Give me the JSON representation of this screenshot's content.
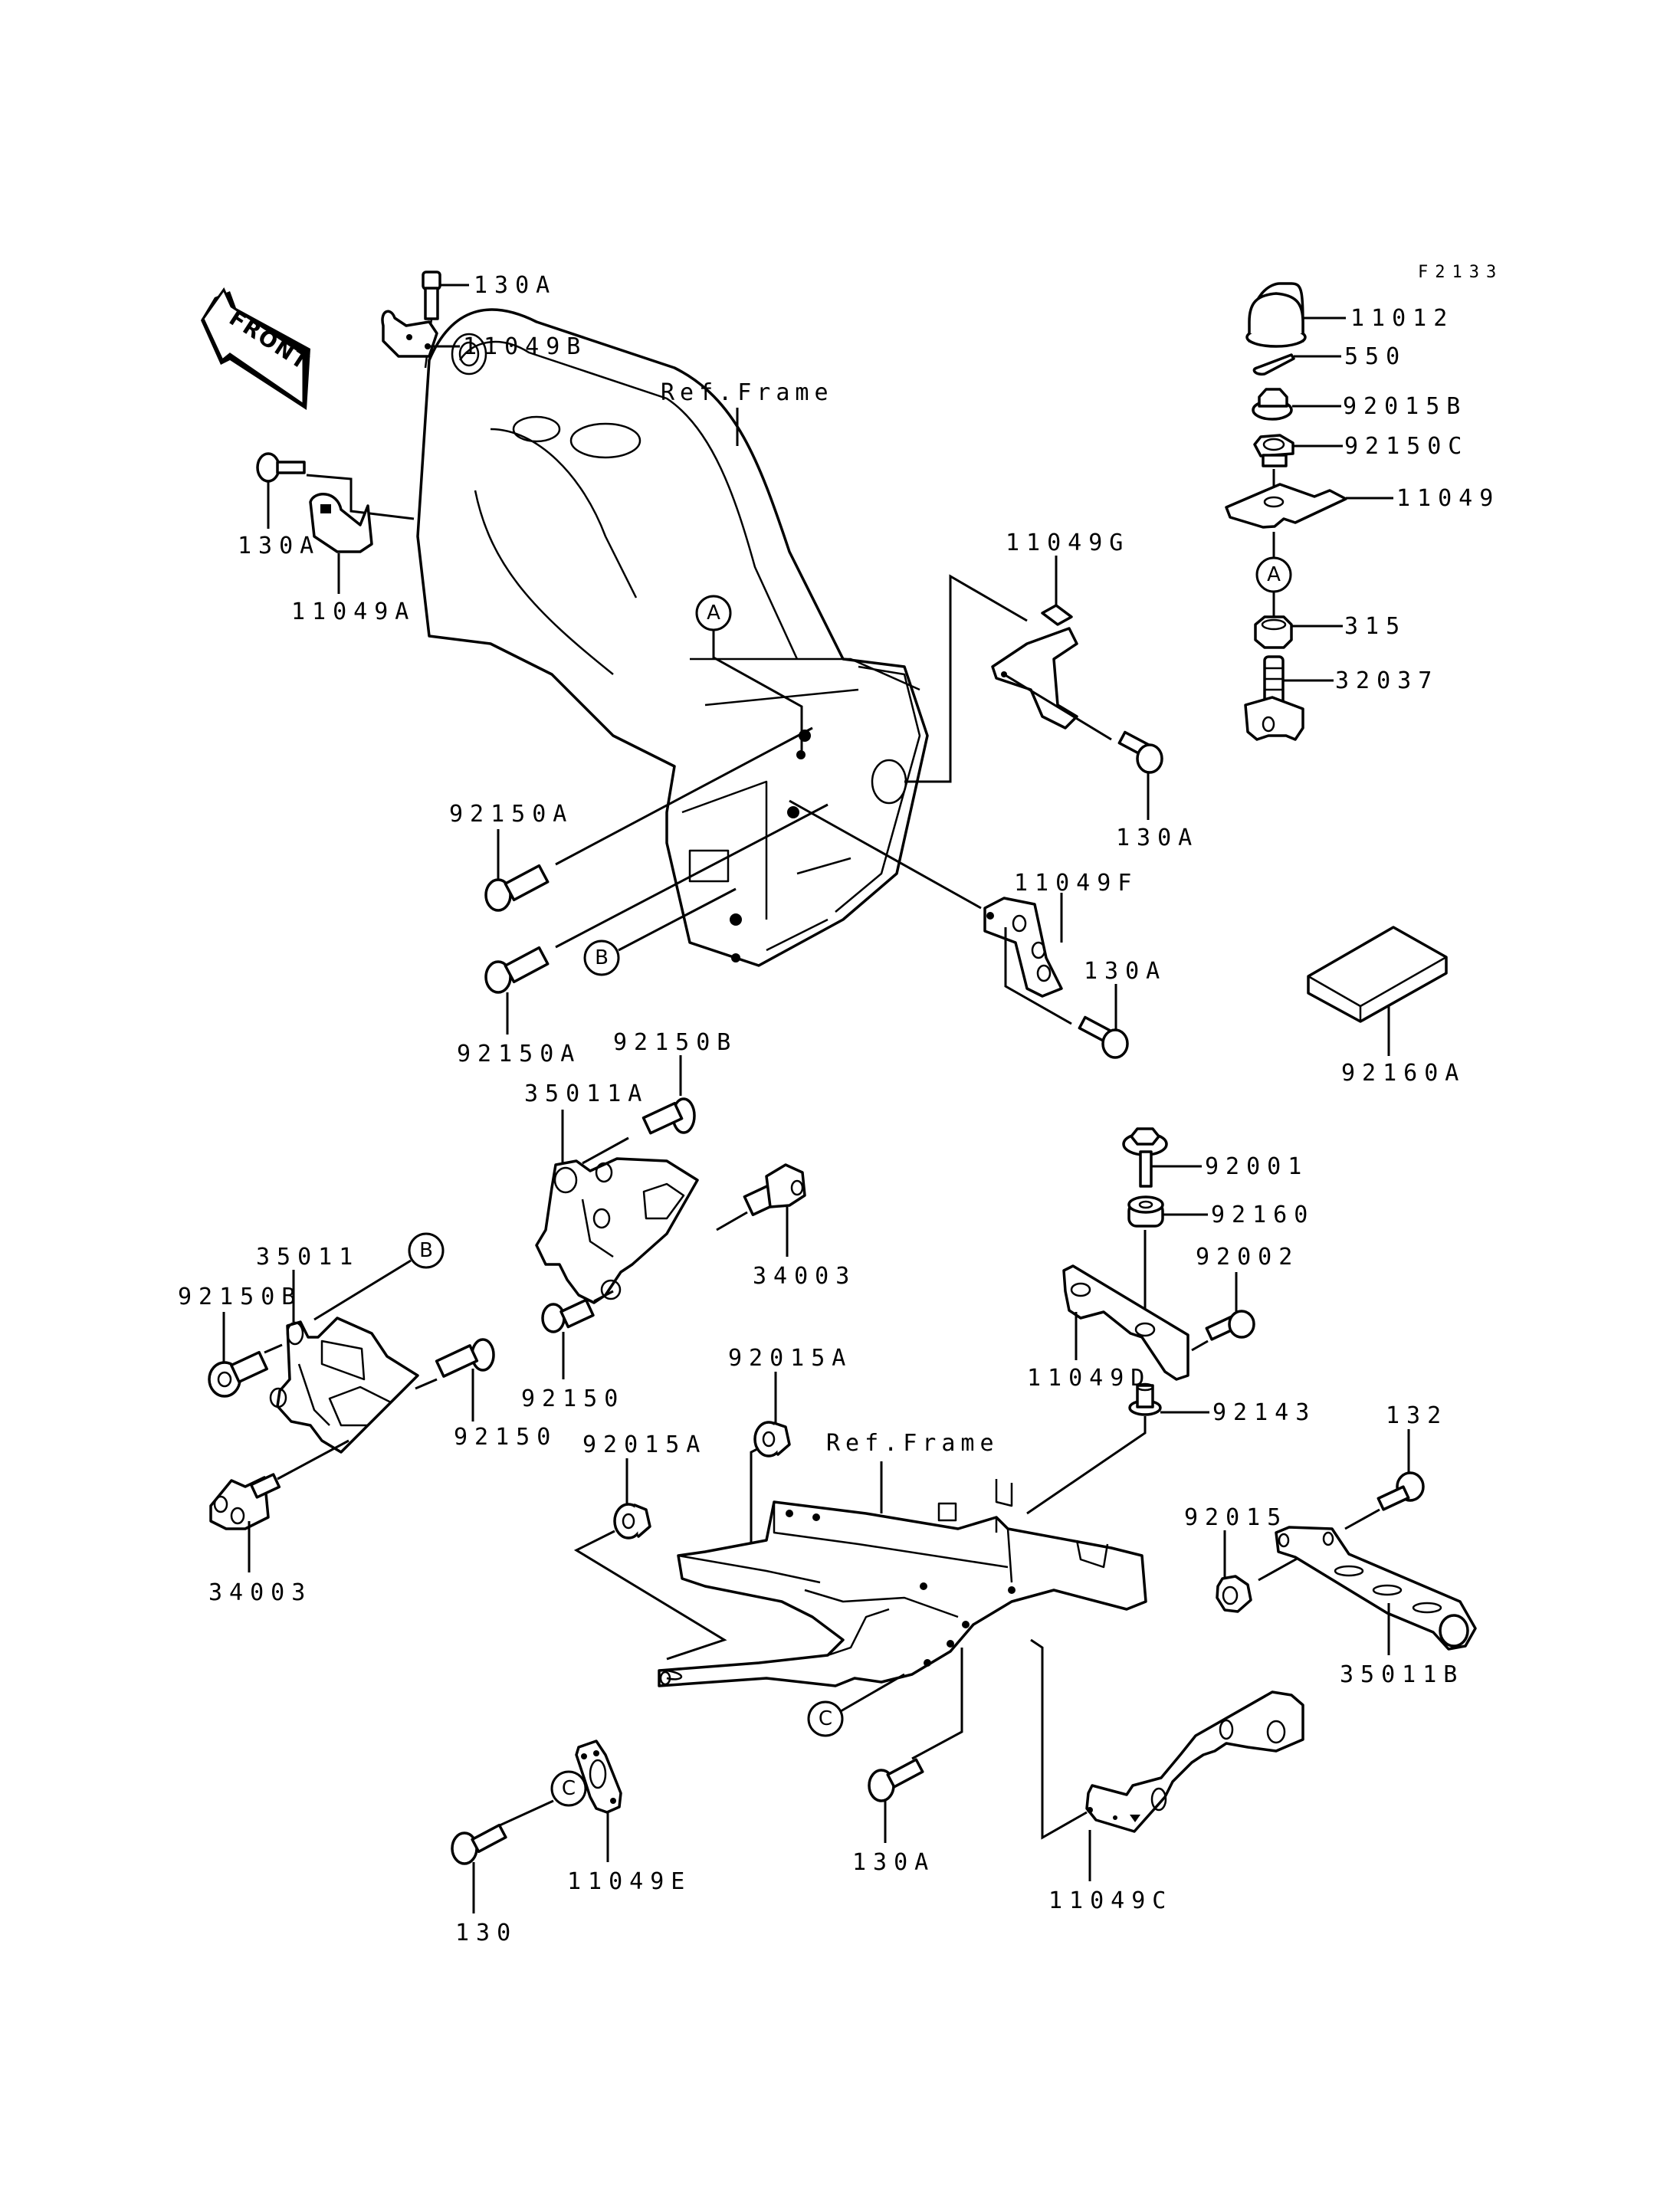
{
  "diagram": {
    "code": "F2133",
    "direction_label": "FRONT",
    "reference_labels": [
      "Ref.Frame",
      "Ref.Frame"
    ],
    "callouts": [
      "A",
      "A",
      "B",
      "B",
      "C",
      "C"
    ],
    "part_labels": {
      "p_130A_top": "130A",
      "p_11049B": "11049B",
      "p_130A_left": "130A",
      "p_11049A": "11049A",
      "p_11049G": "11049G",
      "p_130A_g": "130A",
      "p_92150A_1": "92150A",
      "p_92150A_2": "92150A",
      "p_11049F": "11049F",
      "p_130A_f": "130A",
      "p_11012": "11012",
      "p_550": "550",
      "p_92015B": "92015B",
      "p_92150C": "92150C",
      "p_11049": "11049",
      "p_315": "315",
      "p_32037": "32037",
      "p_92160A": "92160A",
      "p_92150B_top": "92150B",
      "p_35011A": "35011A",
      "p_34003_right": "34003",
      "p_92150_mid": "92150",
      "p_35011": "35011",
      "p_92150B_left": "92150B",
      "p_92150_left": "92150",
      "p_34003_left": "34003",
      "p_92001": "92001",
      "p_92160": "92160",
      "p_92002": "92002",
      "p_11049D": "11049D",
      "p_92143": "92143",
      "p_92015A_top": "92015A",
      "p_92015A_left": "92015A",
      "p_132": "132",
      "p_92015": "92015",
      "p_35011B": "35011B",
      "p_130": "130",
      "p_11049E": "11049E",
      "p_130A_bottom": "130A",
      "p_11049C": "11049C"
    }
  }
}
